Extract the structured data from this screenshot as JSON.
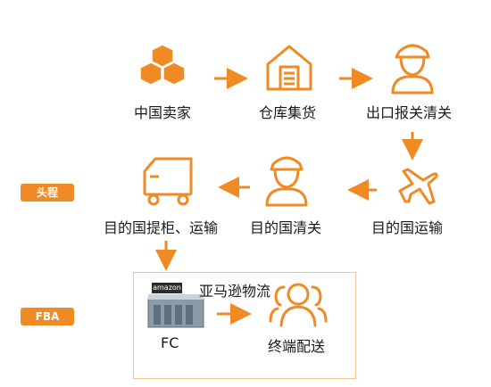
{
  "colors": {
    "accent": "#f08a24",
    "box_border": "#f6c48e",
    "text": "#1a1a1a"
  },
  "badges": {
    "head_leg": "头程",
    "fba": "FBA"
  },
  "steps": {
    "seller": {
      "label": "中国卖家",
      "icon": "boxes-icon"
    },
    "warehouse": {
      "label": "仓库集货",
      "icon": "warehouse-icon"
    },
    "export": {
      "label": "出口报关清关",
      "icon": "customs-officer-icon"
    },
    "transport": {
      "label": "目的国运输",
      "icon": "airplane-icon"
    },
    "clearance": {
      "label": "目的国清关",
      "icon": "customs-officer-icon"
    },
    "pickup": {
      "label": "目的国提柜、运输",
      "icon": "truck-icon"
    }
  },
  "fba": {
    "title": "亚马逊物流",
    "fc_label": "FC",
    "fc_sign": "amazon",
    "fc_icon": "fulfillment-center-icon",
    "delivery_label": "终端配送",
    "delivery_icon": "people-icon"
  }
}
